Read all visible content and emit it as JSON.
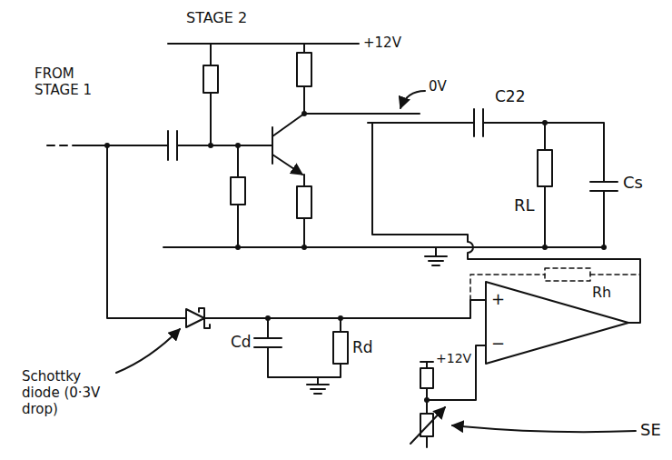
{
  "diagram": {
    "labels": [
      "STAGE 2",
      "+12V",
      "FROM STAGE 1",
      "0V",
      "C22",
      "RL",
      "Cs",
      "Rh",
      "Schottky diode (0·3V drop)",
      "Cd",
      "Rd",
      "+12V",
      "+",
      "−",
      "SE"
    ]
  }
}
